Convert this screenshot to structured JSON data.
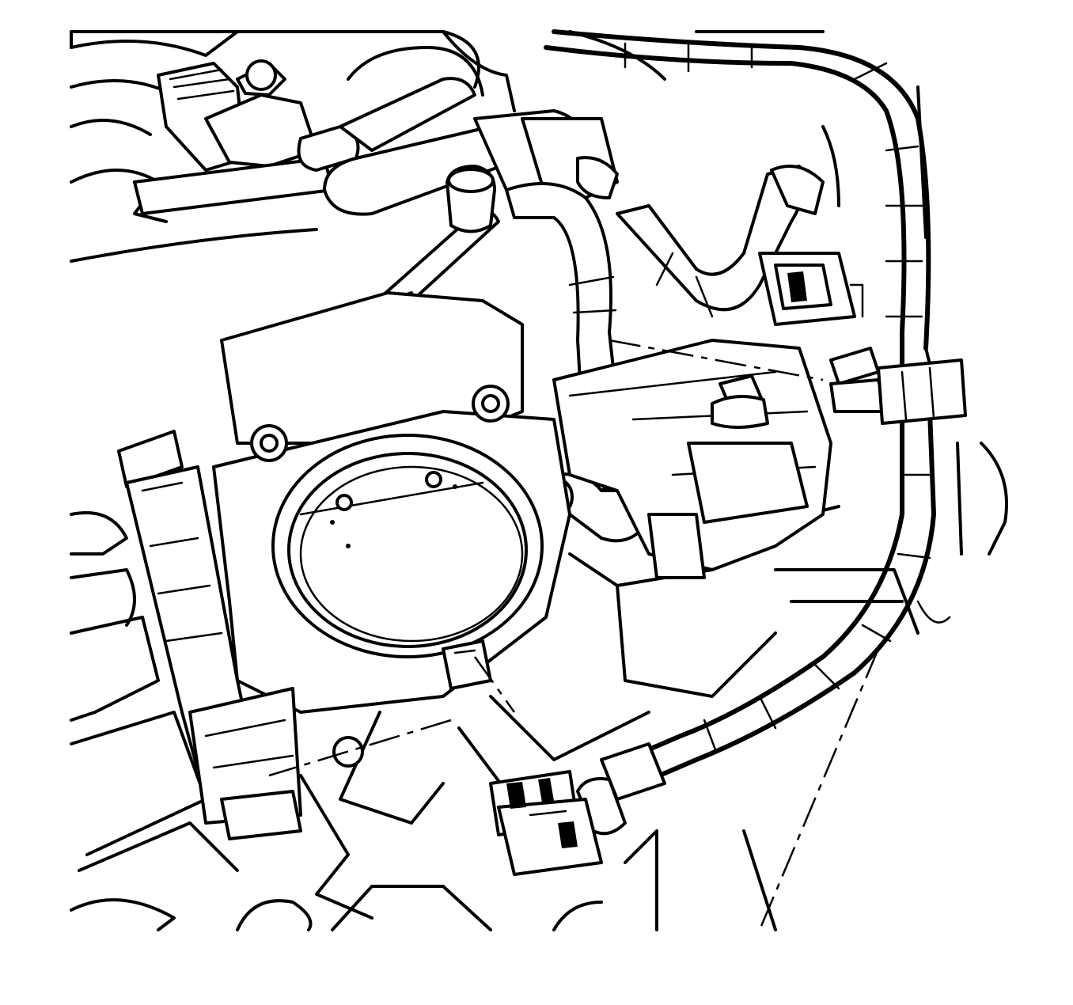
{
  "figure": {
    "type": "line-art",
    "colors": {
      "ink": "#000000",
      "paper": "#ffffff"
    },
    "components": [
      "throttle-body",
      "throttle-bore",
      "throttle-actuator-housing",
      "vacuum-hoses",
      "wiring-harness",
      "harness-connector",
      "harness-clip",
      "mounting-bolts"
    ]
  }
}
